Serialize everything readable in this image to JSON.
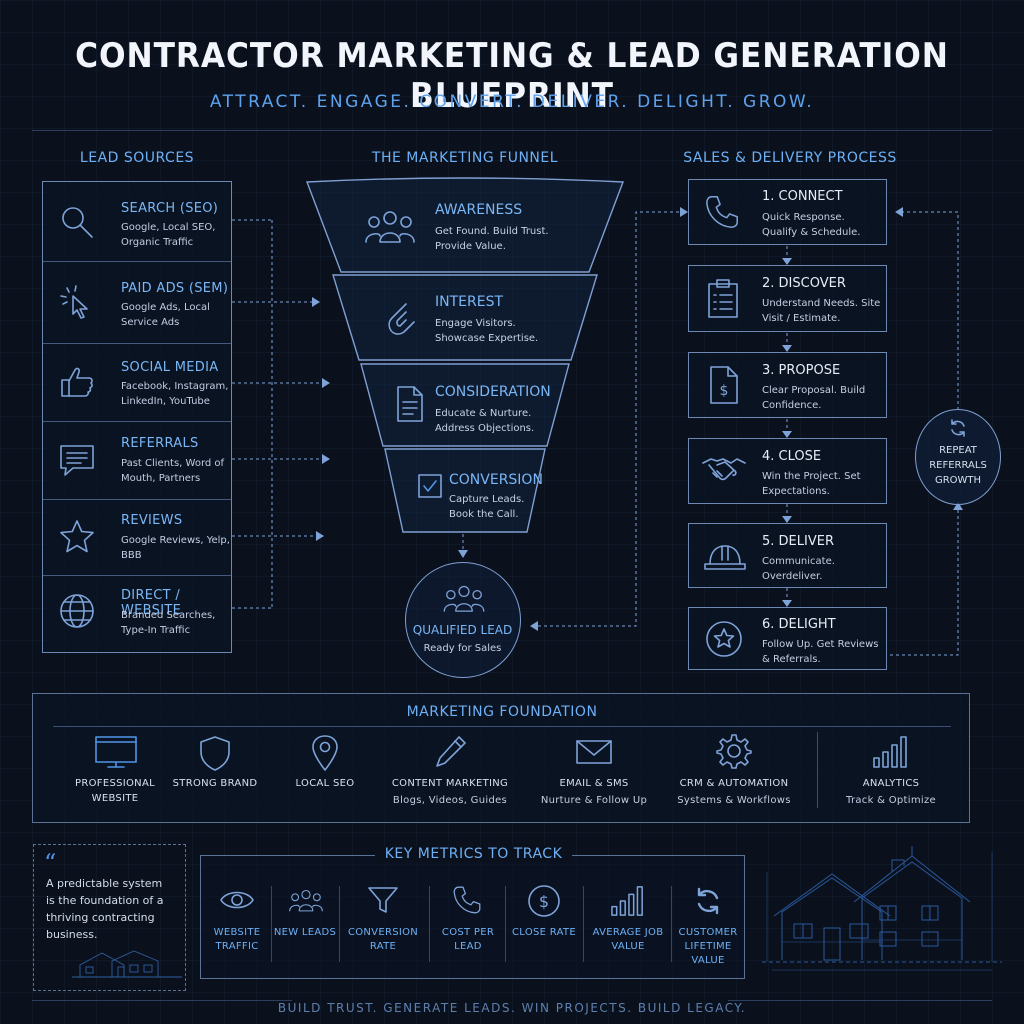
{
  "header": {
    "title": "CONTRACTOR MARKETING & LEAD GENERATION BLUEPRINT",
    "subtitle": "ATTRACT. ENGAGE. CONVERT. DELIVER. DELIGHT. GROW."
  },
  "lead_sources": {
    "heading": "LEAD SOURCES",
    "items": [
      {
        "title": "SEARCH (SEO)",
        "desc": "Google, Local SEO, Organic Traffic",
        "icon": "magnifier-icon"
      },
      {
        "title": "PAID ADS (SEM)",
        "desc": "Google Ads, Local Service Ads",
        "icon": "cursor-click-icon"
      },
      {
        "title": "SOCIAL MEDIA",
        "desc": "Facebook, Instagram, LinkedIn, YouTube",
        "icon": "thumbs-up-icon"
      },
      {
        "title": "REFERRALS",
        "desc": "Past Clients, Word of Mouth, Partners",
        "icon": "chat-bubble-icon"
      },
      {
        "title": "REVIEWS",
        "desc": "Google Reviews, Yelp, BBB",
        "icon": "star-icon"
      },
      {
        "title": "DIRECT / WEBSITE",
        "desc": "Branded Searches, Type-In Traffic",
        "icon": "globe-icon"
      }
    ]
  },
  "funnel": {
    "heading": "THE MARKETING FUNNEL",
    "stages": [
      {
        "title": "AWARENESS",
        "desc": "Get Found. Build Trust. Provide Value.",
        "icon": "people-icon"
      },
      {
        "title": "INTEREST",
        "desc": "Engage Visitors. Showcase Expertise.",
        "icon": "magnet-icon"
      },
      {
        "title": "CONSIDERATION",
        "desc": "Educate & Nurture. Address Objections.",
        "icon": "document-icon"
      },
      {
        "title": "CONVERSION",
        "desc": "Capture Leads. Book the Call.",
        "icon": "checkbox-icon"
      }
    ],
    "result": {
      "title": "QUALIFIED LEAD",
      "desc": "Ready for Sales",
      "icon": "people-icon"
    }
  },
  "sales": {
    "heading": "SALES & DELIVERY PROCESS",
    "steps": [
      {
        "title": "1. CONNECT",
        "desc": "Quick Response. Qualify & Schedule.",
        "icon": "phone-icon"
      },
      {
        "title": "2. DISCOVER",
        "desc": "Understand Needs. Site Visit / Estimate.",
        "icon": "clipboard-icon"
      },
      {
        "title": "3. PROPOSE",
        "desc": "Clear Proposal. Build Confidence.",
        "icon": "invoice-icon"
      },
      {
        "title": "4. CLOSE",
        "desc": "Win the Project. Set Expectations.",
        "icon": "handshake-icon"
      },
      {
        "title": "5. DELIVER",
        "desc": "Communicate. Overdeliver.",
        "icon": "hardhat-icon"
      },
      {
        "title": "6. DELIGHT",
        "desc": "Follow Up. Get Reviews & Referrals.",
        "icon": "star-badge-icon"
      }
    ],
    "repeat_label": "REPEAT REFERRALS GROWTH"
  },
  "foundation": {
    "heading": "MARKETING FOUNDATION",
    "items": [
      {
        "title": "PROFESSIONAL WEBSITE",
        "sub": "",
        "icon": "monitor-icon"
      },
      {
        "title": "STRONG BRAND",
        "sub": "",
        "icon": "shield-icon"
      },
      {
        "title": "LOCAL SEO",
        "sub": "",
        "icon": "map-pin-icon"
      },
      {
        "title": "CONTENT MARKETING",
        "sub": "Blogs, Videos, Guides",
        "icon": "pencil-icon"
      },
      {
        "title": "EMAIL & SMS",
        "sub": "Nurture & Follow Up",
        "icon": "envelope-icon"
      },
      {
        "title": "CRM & AUTOMATION",
        "sub": "Systems & Workflows",
        "icon": "gear-icon"
      },
      {
        "title": "ANALYTICS",
        "sub": "Track & Optimize",
        "icon": "bar-chart-icon"
      }
    ]
  },
  "quote": {
    "mark": "“",
    "text": "A predictable system is the foundation of a thriving contracting business."
  },
  "metrics": {
    "heading": "KEY METRICS TO TRACK",
    "items": [
      {
        "label": "WEBSITE TRAFFIC",
        "icon": "eye-icon"
      },
      {
        "label": "NEW LEADS",
        "icon": "people-icon"
      },
      {
        "label": "CONVERSION RATE",
        "icon": "filter-icon"
      },
      {
        "label": "COST PER LEAD",
        "icon": "phone-icon"
      },
      {
        "label": "CLOSE RATE",
        "icon": "dollar-coin-icon"
      },
      {
        "label": "AVERAGE JOB VALUE",
        "icon": "bar-chart-icon"
      },
      {
        "label": "CUSTOMER LIFETIME VALUE",
        "icon": "refresh-icon"
      }
    ]
  },
  "footer": {
    "tagline": "BUILD TRUST. GENERATE LEADS. WIN PROJECTS. BUILD LEGACY."
  },
  "colors": {
    "background": "#0a111d",
    "accent": "#4f95e6",
    "line": "#7ea3d8"
  }
}
